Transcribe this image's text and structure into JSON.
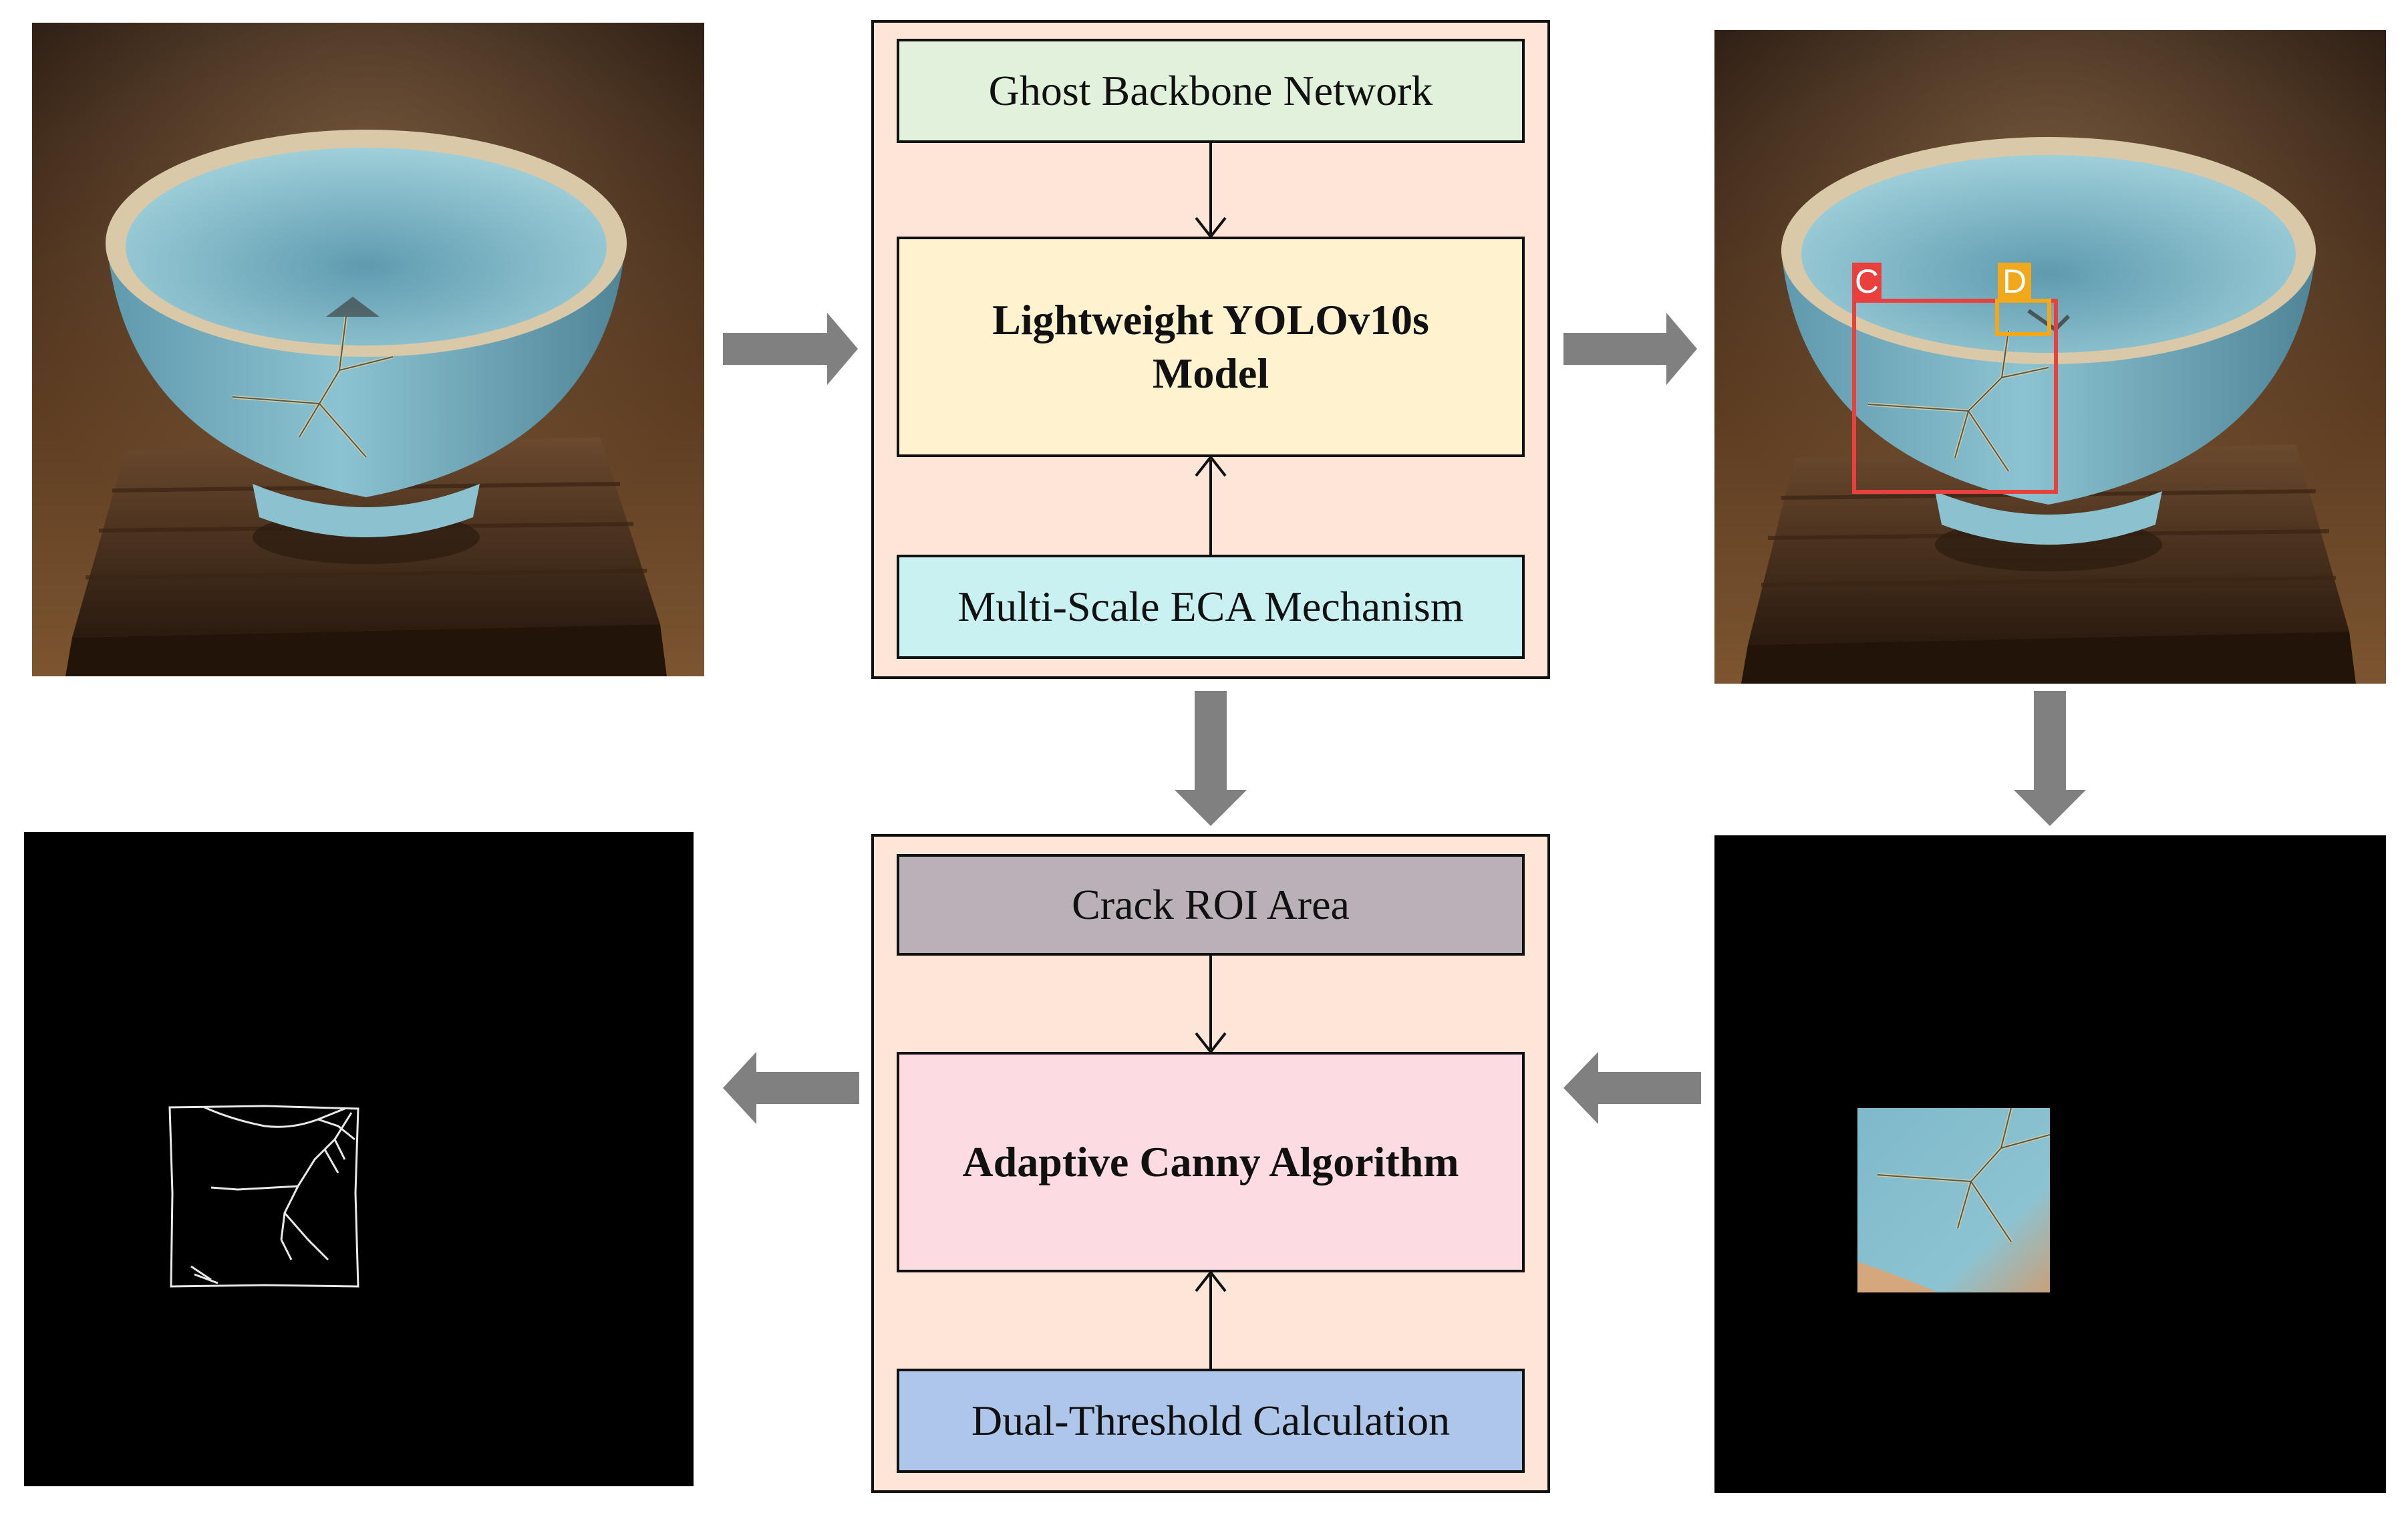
{
  "pipeline": {
    "detection_module": {
      "top_block": "Ghost Backbone Network",
      "model_block": "Lightweight YOLOv10s Model",
      "bottom_block": "Multi-Scale ECA Mechanism"
    },
    "edge_module": {
      "top_block": "Crack ROI Area",
      "algorithm_block": "Adaptive Canny Algorithm",
      "bottom_block": "Dual-Threshold Calculation"
    },
    "detection_labels": [
      "C",
      "D"
    ]
  },
  "colors": {
    "panel_fill": "#fde6d8",
    "ghost_fill": "#e2f1dc",
    "yolo_fill": "#fef2cf",
    "eca_fill": "#c9f1f1",
    "roi_fill": "#b9b0b8",
    "canny_fill": "#fcdbe3",
    "threshold_fill": "#aec6ea",
    "flow_arrow": "#808080",
    "box_crack": "#e9403e",
    "box_chip": "#f1a81a"
  }
}
